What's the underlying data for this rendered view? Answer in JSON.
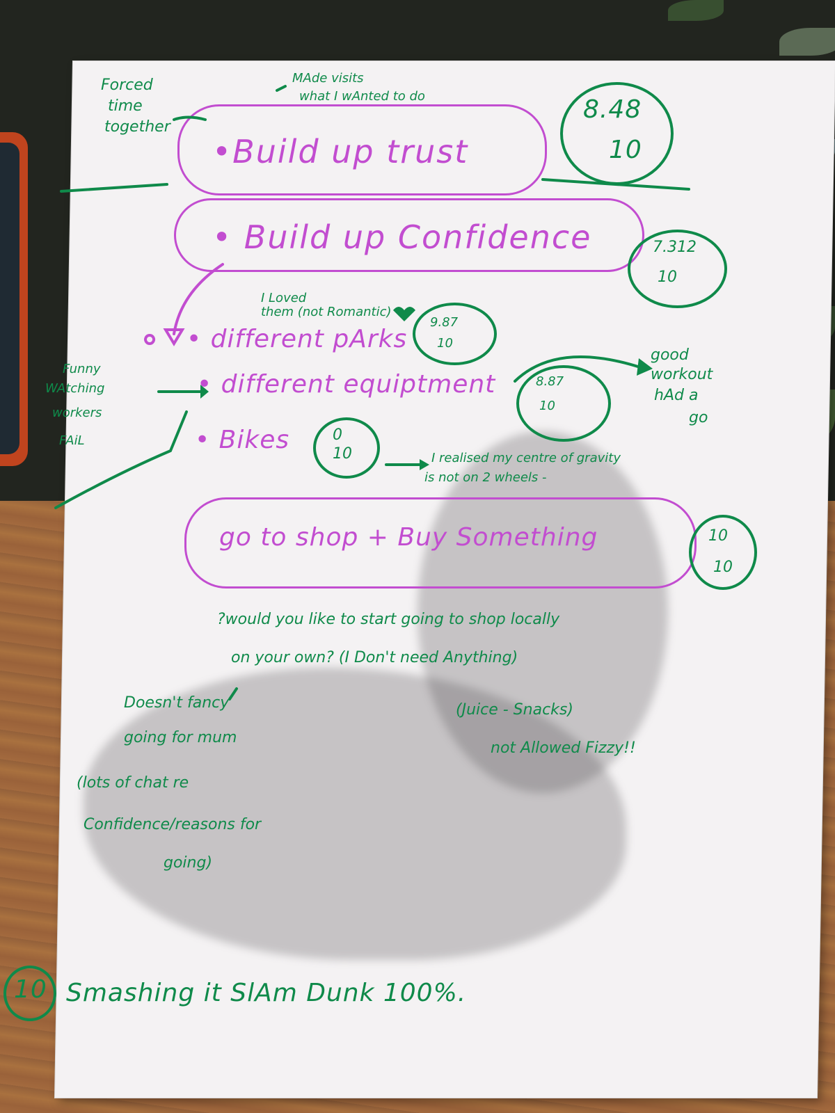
{
  "notes": {
    "forced": [
      "Forced",
      "time",
      "together"
    ],
    "made_visits": [
      "MAde visits",
      "what I wAnted to do"
    ],
    "item1": "•Build up trust",
    "score1": [
      "8.48",
      "10"
    ],
    "item2": "• Build up Confidence",
    "score2": [
      "7.312",
      "10"
    ],
    "loved": [
      "I Loved",
      "them (not Romantic)"
    ],
    "parks": "• different pArks",
    "score_parks": [
      "9.87",
      "10"
    ],
    "funny": [
      "Funny",
      "WAtching",
      "workers",
      "FAiL"
    ],
    "equipment": "• different equiptment",
    "score_equipment": [
      "8.87",
      "10"
    ],
    "good": [
      "good",
      "workout",
      "hAd a",
      "go"
    ],
    "bikes": "• Bikes",
    "score_bikes": [
      "0",
      "10"
    ],
    "realised": [
      "I realised my centre of gravity",
      "is not on 2 wheels -"
    ],
    "shop": "go to shop + Buy Something",
    "score_shop": [
      "10",
      "10"
    ],
    "question": [
      "?would you like to start going to shop locally",
      "on your own? (I Don't need Anything)"
    ],
    "doesnt": [
      "Doesn't fancy",
      "going for mum"
    ],
    "lots": [
      "(lots of chat re",
      "Confidence/reasons for",
      "going)"
    ],
    "juice": [
      "(Juice - Snacks)",
      "not Allowed Fizzy!!"
    ],
    "final_score": "10",
    "final": "Smashing it SlAm Dunk 100%."
  }
}
